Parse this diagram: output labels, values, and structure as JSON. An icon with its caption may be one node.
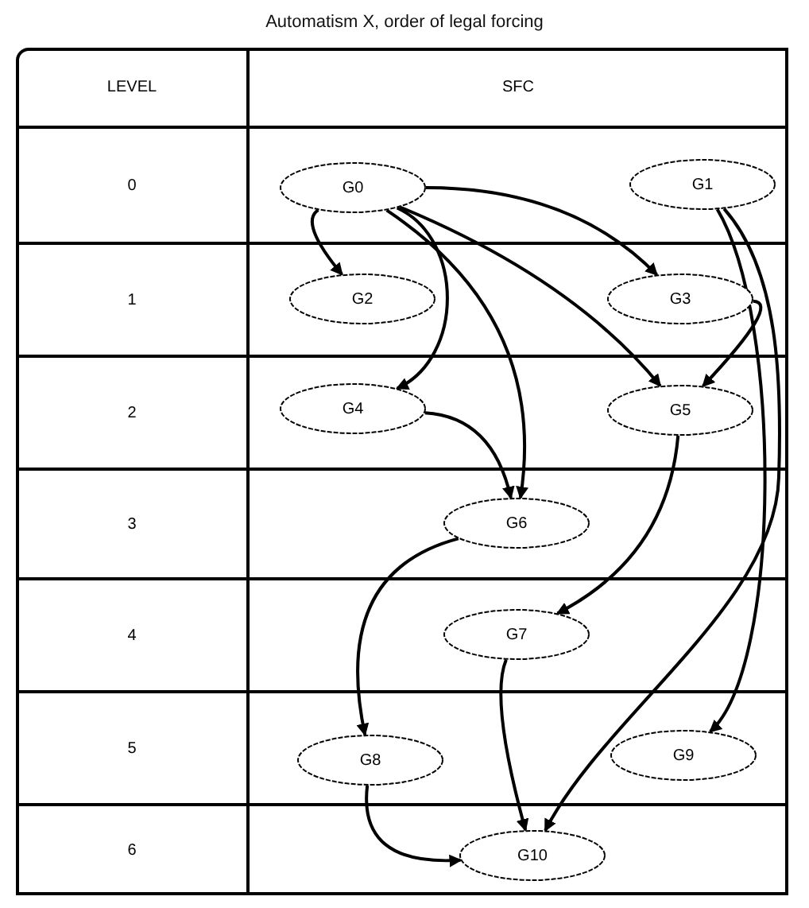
{
  "diagram": {
    "title": "Automatism X, order of legal forcing",
    "nodes": [
      {
        "text": [
          "G0"
        ]
      },
      {
        "text": [
          "G1"
        ]
      },
      {
        "text": [
          "G2"
        ]
      },
      {
        "text": [
          "G3"
        ]
      },
      {
        "text": [
          "G4"
        ]
      },
      {
        "text": [
          "G5"
        ]
      },
      {
        "text": [
          "G6"
        ]
      },
      {
        "text": [
          "G7"
        ]
      },
      {
        "text": [
          "G8"
        ]
      },
      {
        "text": [
          "G9"
        ]
      },
      {
        "text": [
          "G10"
        ]
      }
    ],
    "edges": [
      {
        "from": 0,
        "to": 2,
        "arrow": "to"
      },
      {
        "from": 0,
        "to": 3,
        "arrow": "to"
      },
      {
        "from": 0,
        "to": 4,
        "arrow": "to"
      },
      {
        "from": 0,
        "to": 5,
        "arrow": "to"
      },
      {
        "from": 0,
        "to": 6,
        "arrow": "to"
      },
      {
        "from": 4,
        "to": 6,
        "arrow": "to"
      },
      {
        "from": 3,
        "to": 5,
        "arrow": "to"
      },
      {
        "from": 1,
        "to": 10,
        "arrow": "to"
      },
      {
        "from": 1,
        "to": 9,
        "arrow": "to"
      },
      {
        "from": 5,
        "to": 7,
        "arrow": "to"
      },
      {
        "from": 6,
        "to": 8,
        "arrow": "to"
      },
      {
        "from": 7,
        "to": 10,
        "arrow": "to"
      },
      {
        "from": 8,
        "to": 10,
        "arrow": "to"
      }
    ],
    "labels": [
      "LEVEL",
      "SFC",
      "0",
      "1",
      "2",
      "3",
      "4",
      "5",
      "6"
    ]
  }
}
